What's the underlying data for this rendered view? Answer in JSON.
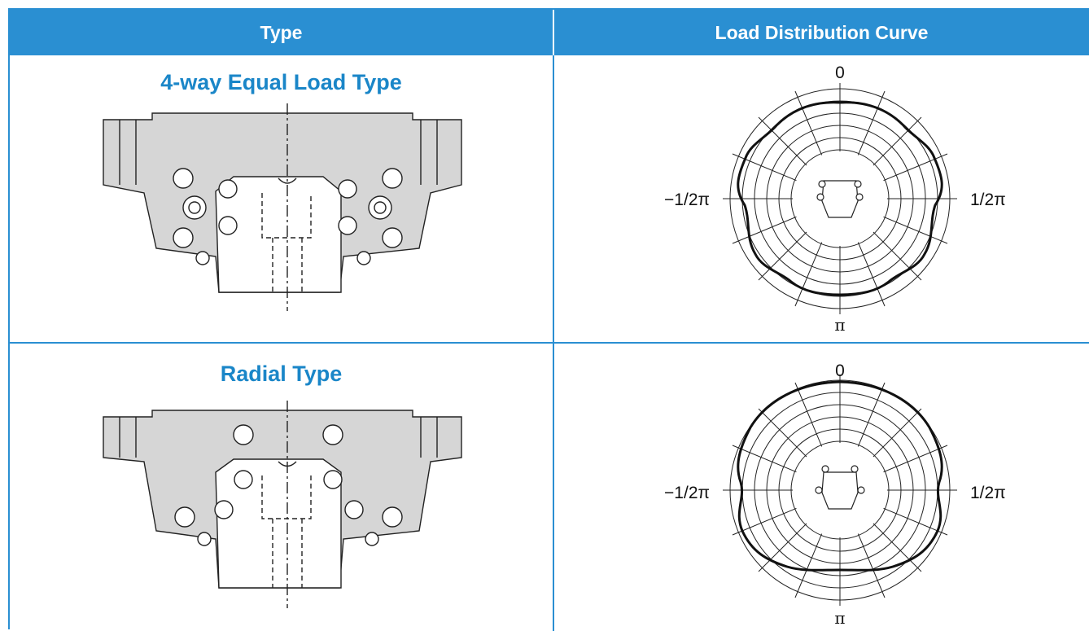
{
  "header": {
    "type_label": "Type",
    "curve_label": "Load Distribution Curve"
  },
  "rows": [
    {
      "title": "4-way Equal Load Type",
      "labels": {
        "top": "0",
        "left": "−1/2π",
        "right": "1/2π",
        "bottom": "π"
      }
    },
    {
      "title": "Radial Type",
      "labels": {
        "top": "0",
        "left": "−1/2π",
        "right": "1/2π",
        "bottom": "π"
      }
    }
  ],
  "colors": {
    "header_bg": "#2a8fd2",
    "title_text": "#1a86c8",
    "block_fill": "#d6d6d6"
  }
}
